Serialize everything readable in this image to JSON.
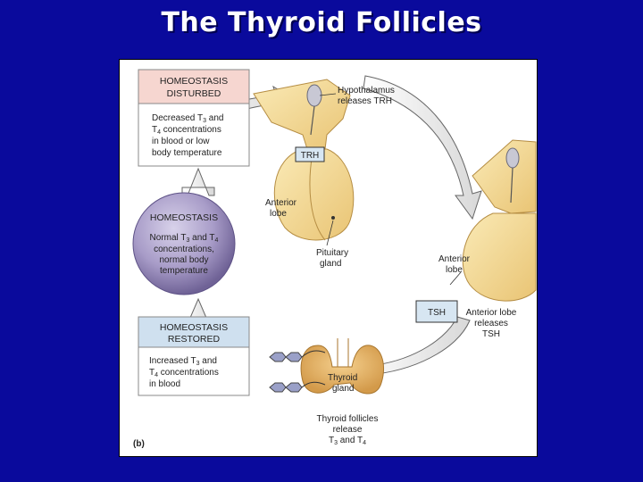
{
  "title": "The Thyroid Follicles",
  "figure": {
    "panel_letter": "(b)",
    "disturbed": {
      "line1": "HOMEOSTASIS",
      "line2": "DISTURBED",
      "body": [
        "Decreased T",
        "3",
        " and",
        "T",
        "4",
        " concentrations",
        "in blood or low",
        "body temperature"
      ]
    },
    "homeostasis": {
      "line1": "HOMEOSTASIS",
      "body1a": "Normal T",
      "body1b": "3",
      "body1c": " and T",
      "body1d": "4",
      "body2": "concentrations,",
      "body3": "normal body",
      "body4": "temperature"
    },
    "restored": {
      "line1": "HOMEOSTASIS",
      "line2": "RESTORED",
      "b1a": "Increased T",
      "b1b": "3",
      "b1c": " and",
      "b2a": "T",
      "b2b": "4",
      "b2c": " concentrations",
      "b3": "in blood"
    },
    "hypothalamus": {
      "line1": "Hypothalamus",
      "line2": "releases TRH"
    },
    "trh_label": "TRH",
    "anterior_lobe_left": {
      "line1": "Anterior",
      "line2": "lobe"
    },
    "pituitary": {
      "line1": "Pituitary",
      "line2": "gland"
    },
    "anterior_lobe_right": {
      "line1": "Anterior",
      "line2": "lobe"
    },
    "tsh_label": "TSH",
    "tsh_release": {
      "line1": "Anterior lobe",
      "line2": "releases",
      "line3": "TSH"
    },
    "thyroid": {
      "line1": "Thyroid",
      "line2": "gland"
    },
    "follicles": {
      "line1": "Thyroid follicles",
      "line2": "release",
      "line3a": "T",
      "line3b": "3",
      "line3c": " and T",
      "line3d": "4"
    }
  },
  "colors": {
    "background": "#0a0a9c",
    "disturbed_header": "#f6d6d0",
    "restored_header": "#cfe0ef",
    "homeostasis_sphere": "#a89cc8",
    "tissue": "#f2d48a",
    "thyroid": "#e6b46a",
    "label_box": "#d7e6f2"
  }
}
